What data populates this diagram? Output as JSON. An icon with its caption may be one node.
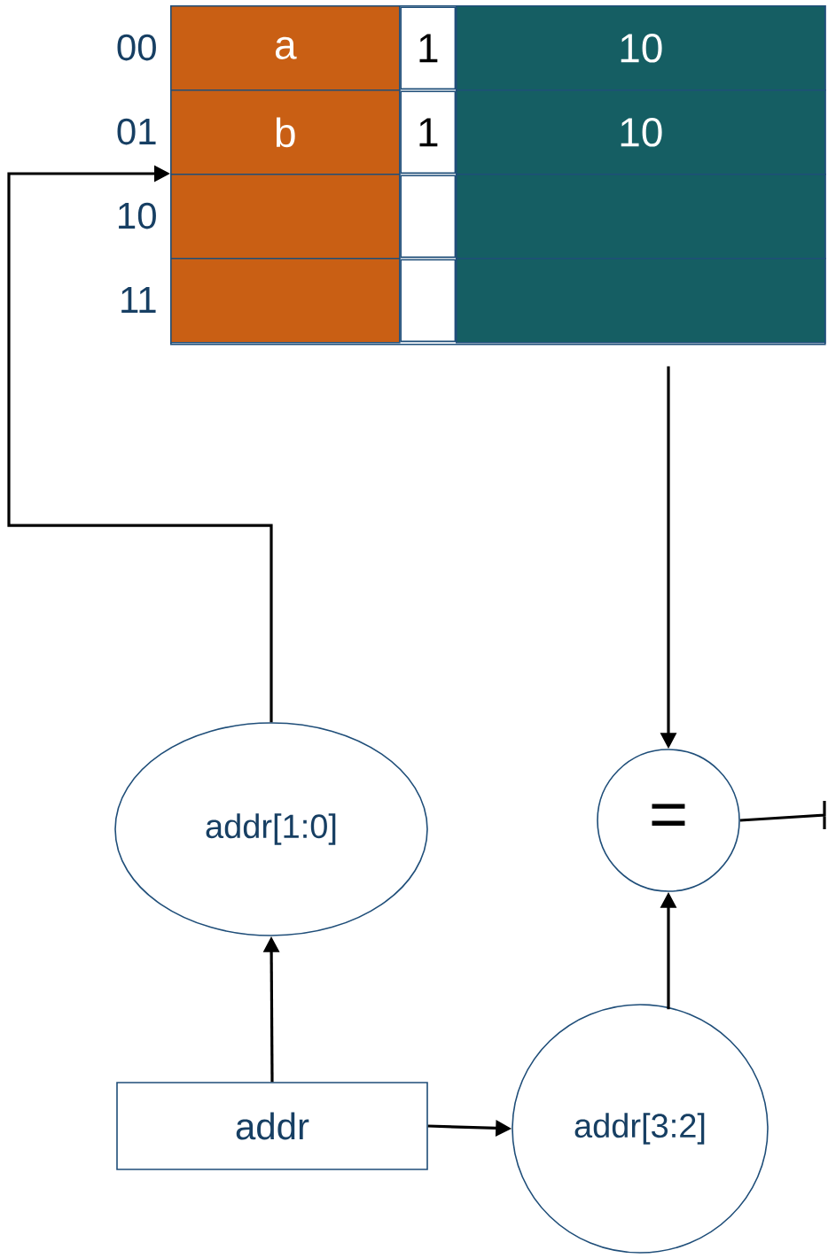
{
  "diagram": {
    "nodes": [
      {
        "text": [],
        "shape": "box"
      },
      {
        "text": [
          "a"
        ],
        "in": 0
      },
      {
        "text": [
          "1"
        ],
        "in": 0
      },
      {
        "text": [
          "10"
        ],
        "in": 0
      },
      {
        "text": [
          "b"
        ],
        "in": 0
      },
      {
        "text": [
          "1"
        ],
        "in": 0
      },
      {
        "text": [
          "10"
        ],
        "in": 0
      },
      {
        "text": [],
        "shape": "box",
        "in": 0
      },
      {
        "text": [],
        "shape": "box",
        "in": 0
      },
      {
        "text": [],
        "shape": "box",
        "in": 0
      },
      {
        "text": [],
        "shape": "box",
        "in": 0
      },
      {
        "text": [],
        "shape": "box",
        "in": 0
      },
      {
        "text": [],
        "shape": "box",
        "in": 0
      },
      {
        "text": [
          "="
        ]
      },
      {
        "text": [
          "addr[1:0]"
        ]
      },
      {
        "text": [
          "addr[3:2]"
        ]
      },
      {
        "text": [
          "addr"
        ]
      }
    ],
    "edges": [
      {
        "from": 16,
        "to": 14,
        "arrow": "to"
      },
      {
        "from": 16,
        "to": 15,
        "arrow": "to"
      },
      {
        "from": 14,
        "to": 7,
        "arrow": "to"
      },
      {
        "from": 0,
        "to": 13,
        "arrow": "to"
      },
      {
        "from": 15,
        "to": 13,
        "arrow": "to"
      },
      {
        "from": 13,
        "to": null,
        "arrow": "none"
      }
    ],
    "labels": [
      "00",
      "01",
      "10",
      "11"
    ]
  }
}
